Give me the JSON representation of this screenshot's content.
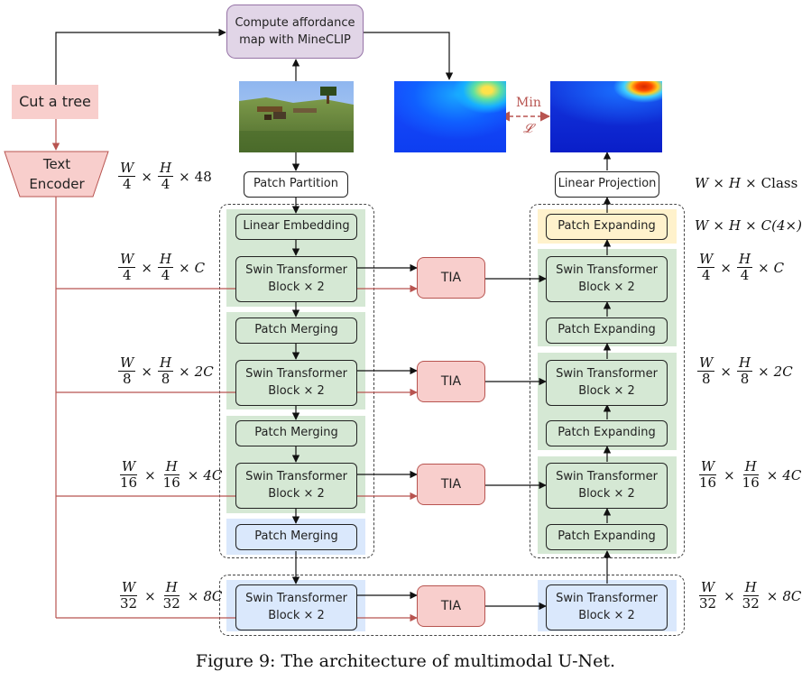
{
  "colors": {
    "green": "#d5e8d4",
    "blue": "#dae8fc",
    "yellow": "#fff2cc",
    "tia": "#f8cecc",
    "text_encoder": "#f8cecc",
    "affordance": "#e1d5e7",
    "skip_line": "#b85450"
  },
  "prompt": "Cut a tree",
  "text_encoder": {
    "line1": "Text",
    "line2": "Encoder"
  },
  "affordance": {
    "line1": "Compute affordance",
    "line2": "map with MineCLIP"
  },
  "min_label": "Min",
  "loss_label": "𝓛",
  "encoder": {
    "patch_partition": "Patch Partition",
    "linear_embedding": "Linear Embedding",
    "patch_merging": "Patch Merging",
    "swin_line1": "Swin Transformer",
    "swin_line2": "Block × 2"
  },
  "tia": "TIA",
  "decoder": {
    "linear_projection": "Linear Projection",
    "patch_expanding": "Patch Expanding"
  },
  "dims_left": [
    {
      "num": "W",
      "den": "4",
      "num2": "H",
      "den2": "4",
      "ch": "48"
    },
    {
      "num": "W",
      "den": "4",
      "num2": "H",
      "den2": "4",
      "ch": "C"
    },
    {
      "num": "W",
      "den": "8",
      "num2": "H",
      "den2": "8",
      "ch": "2C"
    },
    {
      "num": "W",
      "den": "16",
      "num2": "H",
      "den2": "16",
      "ch": "4C"
    },
    {
      "num": "W",
      "den": "32",
      "num2": "H",
      "den2": "32",
      "ch": "8C"
    }
  ],
  "dims_right": [
    {
      "num": "W",
      "den": "4",
      "num2": "H",
      "den2": "4",
      "ch": "C"
    },
    {
      "num": "W",
      "den": "8",
      "num2": "H",
      "den2": "8",
      "ch": "2C"
    },
    {
      "num": "W",
      "den": "16",
      "num2": "H",
      "den2": "16",
      "ch": "4C"
    },
    {
      "num": "W",
      "den": "32",
      "num2": "H",
      "den2": "32",
      "ch": "8C"
    }
  ],
  "dim_class": {
    "a": "W",
    "b": "H",
    "c": "Class"
  },
  "dim_expand": {
    "a": "W",
    "b": "H",
    "c": "C(4×)"
  },
  "caption": "Figure 9: The architecture of multimodal U-Net."
}
